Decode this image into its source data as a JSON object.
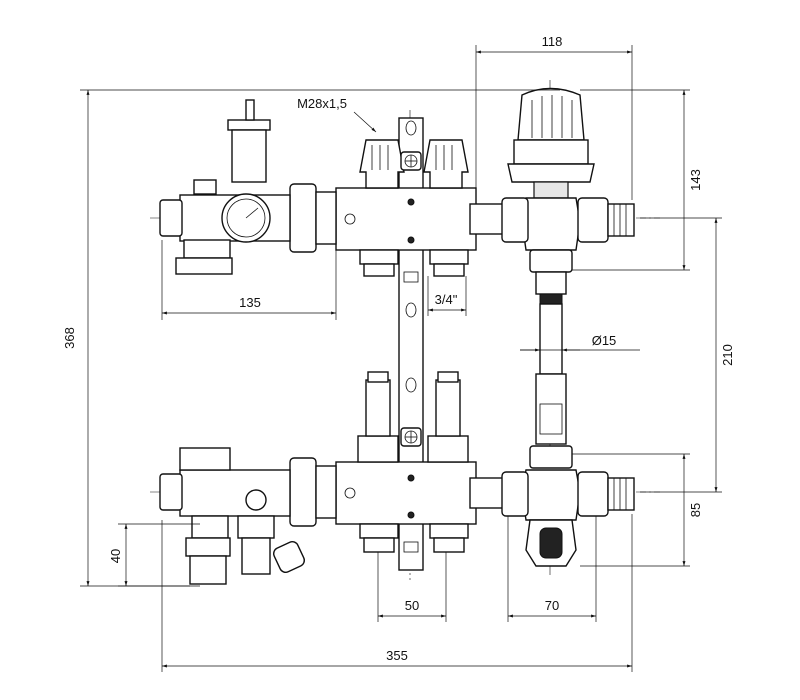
{
  "dimensions": {
    "overall_width": "355",
    "overall_height": "368",
    "pump_group_width": "118",
    "upper_offset": "143",
    "vertical_spacing": "210",
    "lower_offset": "85",
    "left_unit_width": "135",
    "outlet_spacing": "50",
    "right_spacing": "70",
    "drain_height": "40",
    "pipe_diameter": "Ø15",
    "outlet_thread": "3/4\"",
    "valve_thread": "M28x1,5"
  }
}
